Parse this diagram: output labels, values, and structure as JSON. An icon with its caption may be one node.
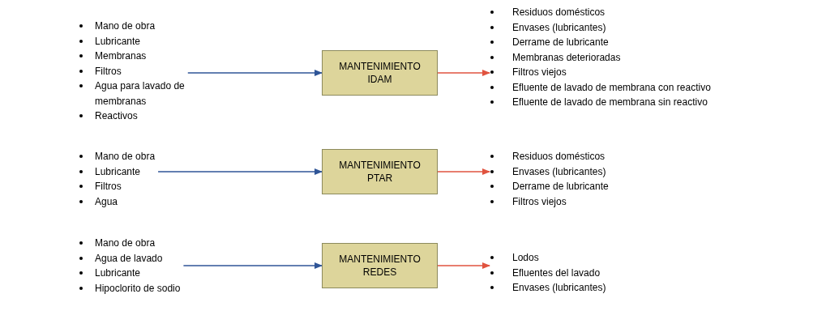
{
  "diagram": {
    "nodes": [
      {
        "text": [
          "Mano de obra",
          "Lubricante",
          "Membranas",
          "Filtros",
          "Agua para lavado de membranas",
          "Reactivos"
        ]
      },
      {
        "text": [
          "MANTENIMIENTO IDAM"
        ]
      },
      {
        "text": [
          "Residuos domésticos",
          "Envases (lubricantes)",
          "Derrame de lubricante",
          "Membranas deterioradas",
          "Filtros viejos",
          "Efluente de lavado de membrana con reactivo",
          "Efluente de lavado de membrana sin reactivo"
        ]
      },
      {
        "text": [
          "Mano de obra",
          "Lubricante",
          "Filtros",
          "Agua"
        ]
      },
      {
        "text": [
          "MANTENIMIENTO PTAR"
        ]
      },
      {
        "text": [
          "Residuos domésticos",
          "Envases (lubricantes)",
          "Derrame de lubricante",
          "Filtros viejos"
        ]
      },
      {
        "text": [
          "Mano de obra",
          "Agua de lavado",
          "Lubricante",
          "Hipoclorito de sodio"
        ]
      },
      {
        "text": [
          "MANTENIMIENTO REDES"
        ]
      },
      {
        "text": [
          "Lodos",
          "Efluentes del lavado",
          "Envases (lubricantes)"
        ]
      }
    ],
    "edges": [
      {
        "from": 0,
        "to": 1,
        "arrow": "to",
        "color": "#2f5597"
      },
      {
        "from": 1,
        "to": 2,
        "arrow": "to",
        "color": "#e0533f"
      },
      {
        "from": 3,
        "to": 4,
        "arrow": "to",
        "color": "#2f5597"
      },
      {
        "from": 4,
        "to": 5,
        "arrow": "to",
        "color": "#e0533f"
      },
      {
        "from": 6,
        "to": 7,
        "arrow": "to",
        "color": "#2f5597"
      },
      {
        "from": 7,
        "to": 8,
        "arrow": "to",
        "color": "#e0533f"
      }
    ]
  }
}
